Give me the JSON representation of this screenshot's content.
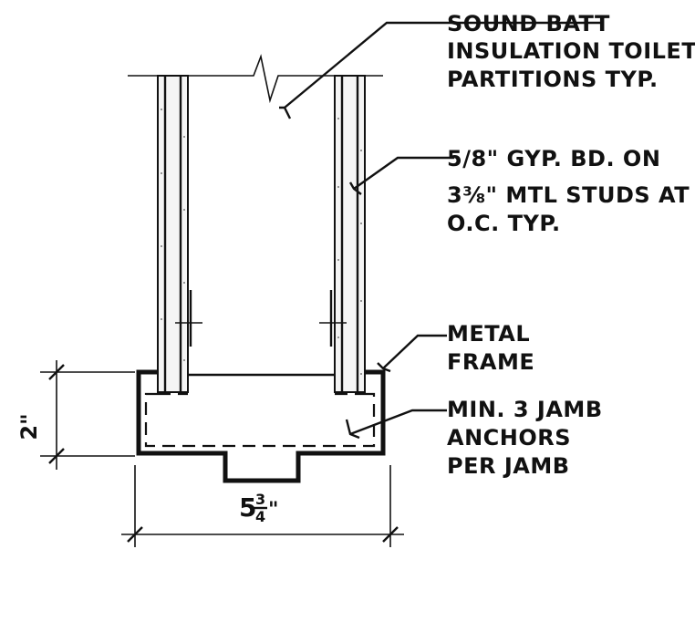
{
  "labels": {
    "sound_batt": [
      "SOUND BATT",
      "INSULATION TOILET",
      "PARTITIONS TYP."
    ],
    "gyp_board": [
      "5/8\" GYP. BD. ON",
      "3⅜\" MTL STUDS AT",
      "O.C. TYP."
    ],
    "metal_frame": [
      "METAL",
      "FRAME"
    ],
    "jamb_anchors": [
      "MIN. 3 JAMB",
      "ANCHORS",
      "PER JAMB"
    ]
  },
  "dimensions": {
    "depth": "2\"",
    "width_whole": "5",
    "width_num": "3",
    "width_den": "4",
    "width_inch": "\""
  },
  "colors": {
    "ink": "#111111",
    "paper": "#ffffff"
  }
}
